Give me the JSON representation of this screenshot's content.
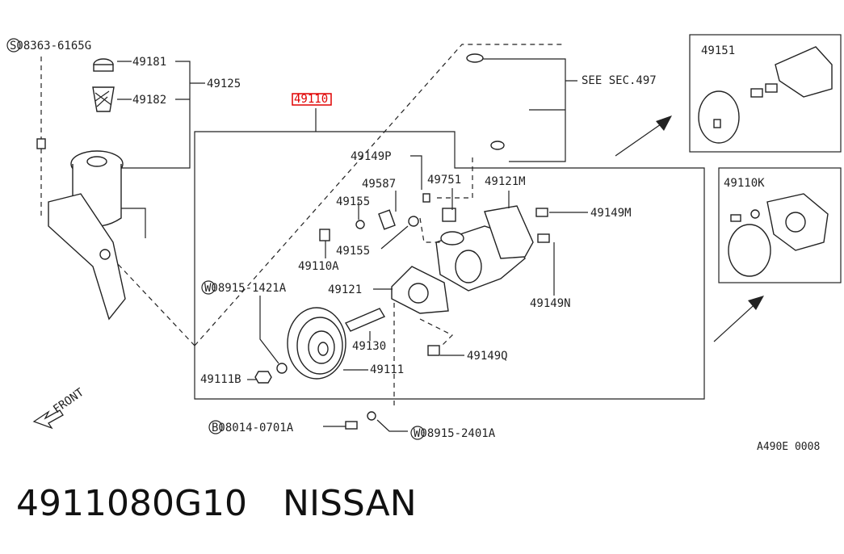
{
  "labels": {
    "screw_08363": "S08363-6165G",
    "cap_49181": "49181",
    "filter_49182": "49182",
    "tank_49125": "49125",
    "pump_49110": "49110",
    "see_sec": "SEE SEC.497",
    "inset1_49151": "49151",
    "inset2_49110k": "49110K",
    "p_49149p": "49149P",
    "p_49587": "49587",
    "p_49751": "49751",
    "p_49121m": "49121M",
    "p_49155a": "49155",
    "p_49149m": "49149M",
    "p_49155b": "49155",
    "p_49110a": "49110A",
    "w_08915_1421a": "W08915-1421A",
    "p_49121": "49121",
    "p_49149n": "49149N",
    "p_49130": "49130",
    "p_49149q": "49149Q",
    "p_49111b": "49111B",
    "p_49111": "49111",
    "front": "FRONT",
    "b_08014": "B08014-0701A",
    "w_08915_2401a": "W08915-2401A",
    "ref_code": "A490E 0008"
  },
  "footer": {
    "part_number": "4911080G10",
    "brand": "NISSAN"
  },
  "highlight_color": "#e00000"
}
